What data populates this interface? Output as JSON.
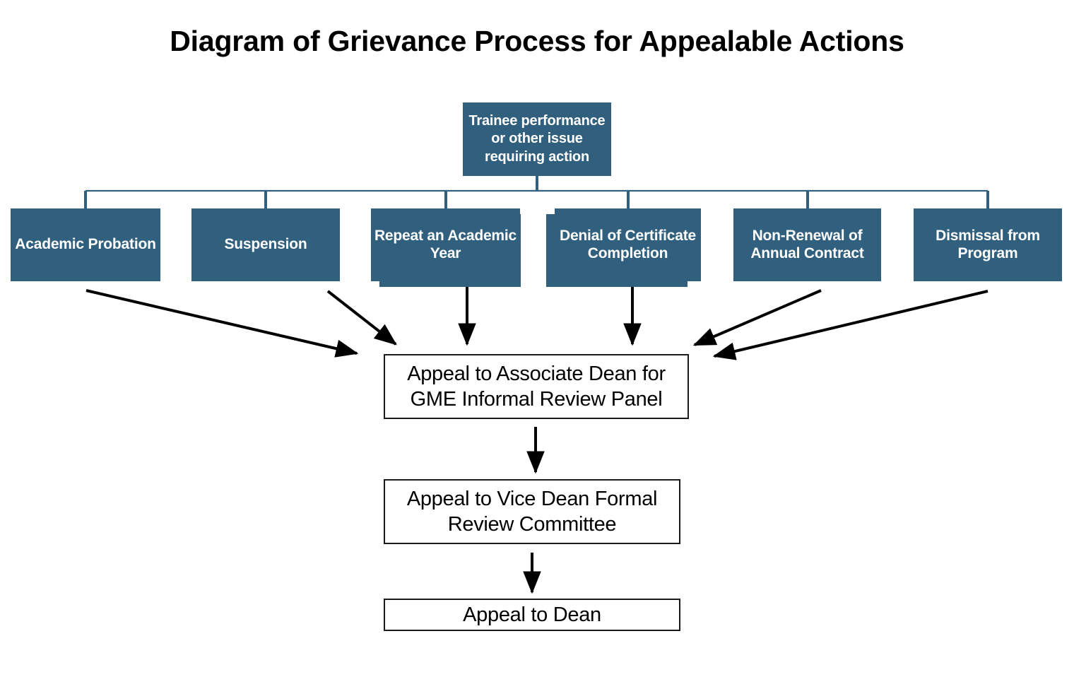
{
  "title": "Diagram of Grievance Process for Appealable Actions",
  "colors": {
    "node_blue": "#31607E",
    "node_blue_text": "#ffffff",
    "node_white_bg": "#ffffff",
    "node_white_border": "#1a1a1a",
    "connector_blue": "#31607E",
    "arrow_black": "#000000",
    "background": "#ffffff",
    "title_text": "#000000"
  },
  "root": {
    "label": "Trainee performance or other issue requiring action",
    "line1": "Trainee performance",
    "line2": "or other issue",
    "line3": "requiring action"
  },
  "actions": [
    {
      "id": "academic-probation",
      "label": "Academic Probation"
    },
    {
      "id": "suspension",
      "label": "Suspension"
    },
    {
      "id": "repeat-academic-year",
      "label": "Repeat an Academic Year"
    },
    {
      "id": "denial-of-certificate-completion",
      "label": "Denial of Certificate Completion"
    },
    {
      "id": "non-renewal-annual-contract",
      "label": "Non-Renewal of Annual Contract"
    },
    {
      "id": "dismissal-from-program",
      "label": "Dismissal from Program"
    }
  ],
  "appeal_chain": [
    {
      "id": "appeal-associate-dean",
      "label": "Appeal to Associate Dean for GME Informal Review Panel"
    },
    {
      "id": "appeal-vice-dean",
      "label": "Appeal to Vice Dean Formal Review Committee"
    },
    {
      "id": "appeal-dean",
      "label": "Appeal to Dean"
    }
  ],
  "chart_data": {
    "type": "diagram",
    "subtype": "flowchart",
    "title": "Diagram of Grievance Process for Appealable Actions",
    "nodes": [
      {
        "id": "root",
        "label": "Trainee performance or other issue requiring action",
        "style": "filled-blue"
      },
      {
        "id": "a0",
        "label": "Academic Probation",
        "style": "filled-blue"
      },
      {
        "id": "a1",
        "label": "Suspension",
        "style": "filled-blue"
      },
      {
        "id": "a2",
        "label": "Repeat an Academic Year",
        "style": "filled-blue"
      },
      {
        "id": "a3",
        "label": "Denial of Certificate Completion",
        "style": "filled-blue"
      },
      {
        "id": "a4",
        "label": "Non-Renewal of Annual Contract",
        "style": "filled-blue"
      },
      {
        "id": "a5",
        "label": "Dismissal from Program",
        "style": "filled-blue"
      },
      {
        "id": "p0",
        "label": "Appeal to Associate Dean for GME Informal Review Panel",
        "style": "outlined-white"
      },
      {
        "id": "p1",
        "label": "Appeal to Vice Dean Formal Review Committee",
        "style": "outlined-white"
      },
      {
        "id": "p2",
        "label": "Appeal to Dean",
        "style": "outlined-white"
      }
    ],
    "edges": [
      {
        "from": "root",
        "to": "a0",
        "style": "orthogonal-bus",
        "arrowhead": false
      },
      {
        "from": "root",
        "to": "a1",
        "style": "orthogonal-bus",
        "arrowhead": false
      },
      {
        "from": "root",
        "to": "a2",
        "style": "orthogonal-bus",
        "arrowhead": false
      },
      {
        "from": "root",
        "to": "a3",
        "style": "orthogonal-bus",
        "arrowhead": false
      },
      {
        "from": "root",
        "to": "a4",
        "style": "orthogonal-bus",
        "arrowhead": false
      },
      {
        "from": "root",
        "to": "a5",
        "style": "orthogonal-bus",
        "arrowhead": false
      },
      {
        "from": "a0",
        "to": "p0",
        "style": "diagonal",
        "arrowhead": true
      },
      {
        "from": "a1",
        "to": "p0",
        "style": "diagonal",
        "arrowhead": true
      },
      {
        "from": "a2",
        "to": "p0",
        "style": "vertical",
        "arrowhead": true
      },
      {
        "from": "a3",
        "to": "p0",
        "style": "vertical",
        "arrowhead": true
      },
      {
        "from": "a4",
        "to": "p0",
        "style": "diagonal",
        "arrowhead": true
      },
      {
        "from": "a5",
        "to": "p0",
        "style": "diagonal",
        "arrowhead": true
      },
      {
        "from": "p0",
        "to": "p1",
        "style": "vertical",
        "arrowhead": true
      },
      {
        "from": "p1",
        "to": "p2",
        "style": "vertical",
        "arrowhead": true
      }
    ]
  }
}
